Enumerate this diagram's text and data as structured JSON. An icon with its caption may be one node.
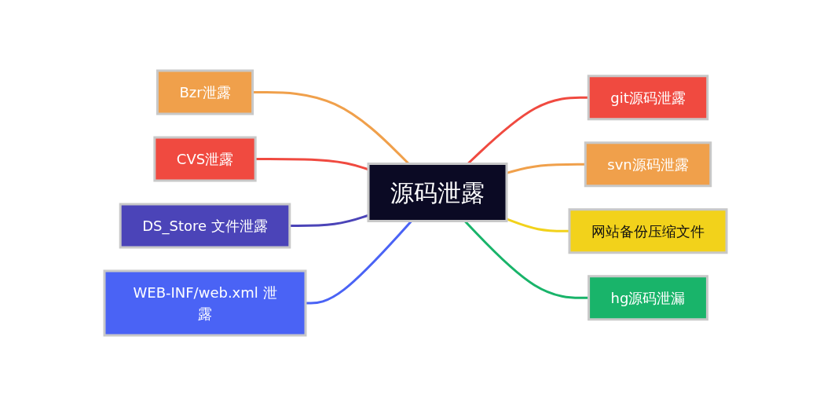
{
  "diagram": {
    "nodes": [
      {
        "text": [
          "源码泄露"
        ]
      },
      {
        "text": [
          "Bzr泄露"
        ]
      },
      {
        "text": [
          "CVS泄露"
        ]
      },
      {
        "text": [
          "DS_Store 文件泄露"
        ]
      },
      {
        "text": [
          "WEB-INF/web.xml 泄露"
        ]
      },
      {
        "text": [
          "git源码泄露"
        ]
      },
      {
        "text": [
          "svn源码泄露"
        ]
      },
      {
        "text": [
          "网站备份压缩文件"
        ]
      },
      {
        "text": [
          "hg源码泄漏"
        ]
      }
    ],
    "edges": [
      {
        "from": 1,
        "to": 0,
        "arrow": "none",
        "color": "#f0a04b"
      },
      {
        "from": 2,
        "to": 0,
        "arrow": "none",
        "color": "#f04a40"
      },
      {
        "from": 3,
        "to": 0,
        "arrow": "none",
        "color": "#4b44b8"
      },
      {
        "from": 4,
        "to": 0,
        "arrow": "none",
        "color": "#4a63f5"
      },
      {
        "from": 0,
        "to": 5,
        "arrow": "none",
        "color": "#f04a40"
      },
      {
        "from": 0,
        "to": 6,
        "arrow": "none",
        "color": "#f0a04b"
      },
      {
        "from": 0,
        "to": 7,
        "arrow": "none",
        "color": "#f2d21b"
      },
      {
        "from": 0,
        "to": 8,
        "arrow": "none",
        "color": "#19b46a"
      }
    ]
  }
}
